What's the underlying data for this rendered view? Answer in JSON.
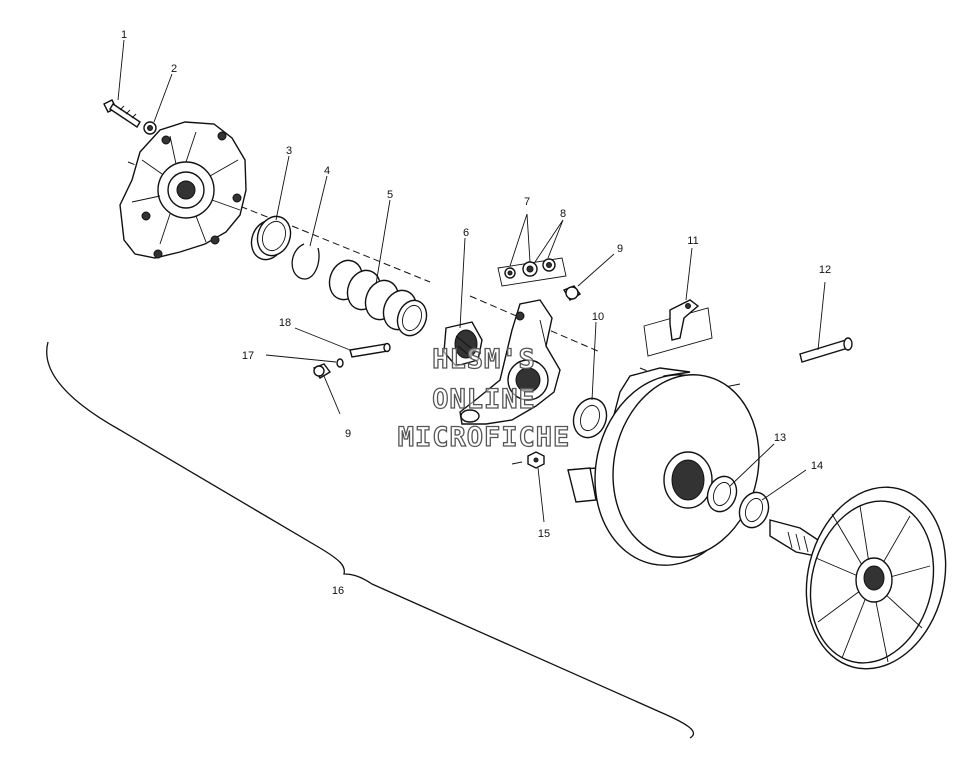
{
  "diagram": {
    "callouts": {
      "c1": "1",
      "c2": "2",
      "c3": "3",
      "c4": "4",
      "c5": "5",
      "c6": "6",
      "c7": "7",
      "c8": "8",
      "c9a": "9",
      "c9b": "9",
      "c10": "10",
      "c11": "11",
      "c12": "12",
      "c13": "13",
      "c14": "14",
      "c15": "15",
      "c16": "16",
      "c17": "17",
      "c18": "18"
    },
    "watermark": {
      "line1": "HLSM'S",
      "line2": "ONLINE",
      "line3": "MICROFICHE"
    }
  }
}
